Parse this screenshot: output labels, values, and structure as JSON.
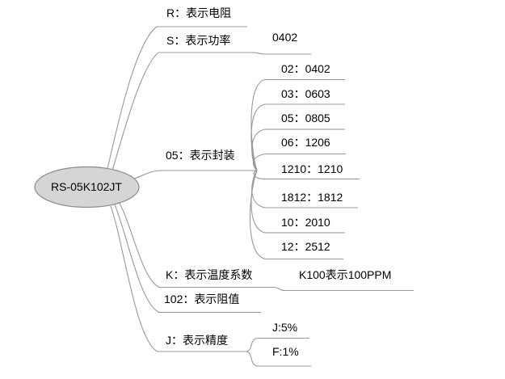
{
  "colors": {
    "line": "#999999",
    "node_fill": "#d5d5d5",
    "node_stroke": "#8c8c8c",
    "text": "#000000"
  },
  "root": {
    "label": "RS-05K102JT"
  },
  "branches": [
    {
      "label": "R：表示电阻"
    },
    {
      "label": "S：表示功率",
      "children": [
        {
          "label": "0402"
        }
      ]
    },
    {
      "label": "05：表示封装",
      "children": [
        {
          "label": "02：0402"
        },
        {
          "label": "03：0603"
        },
        {
          "label": "05：0805"
        },
        {
          "label": "06：1206"
        },
        {
          "label": "1210：1210"
        },
        {
          "label": "1812：1812"
        },
        {
          "label": "10：2010"
        },
        {
          "label": "12：2512"
        }
      ]
    },
    {
      "label": "K：表示温度系数",
      "children": [
        {
          "label": "K100表示100PPM"
        }
      ]
    },
    {
      "label": "102：表示阻值"
    },
    {
      "label": "J：表示精度",
      "children": [
        {
          "label": "J:5%"
        },
        {
          "label": "F:1%"
        }
      ]
    }
  ]
}
